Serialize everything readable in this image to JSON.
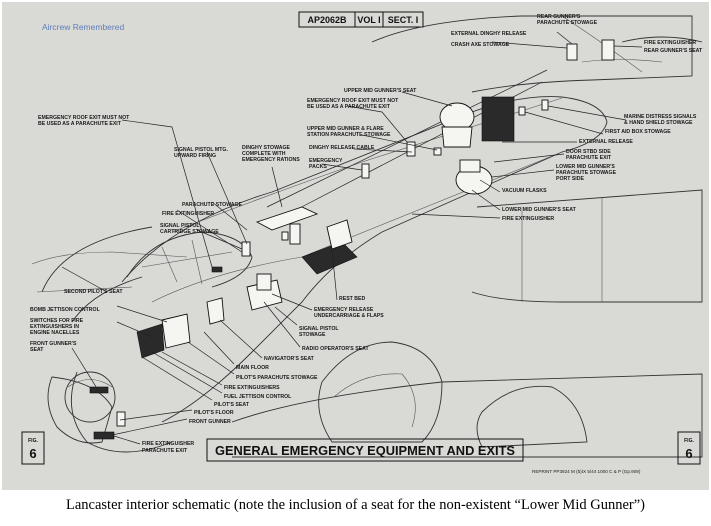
{
  "watermark": "Aircrew Remembered",
  "header": {
    "ref": "AP2062B",
    "vol": "VOL I",
    "sect": "SECT. I"
  },
  "title": "GENERAL EMERGENCY EQUIPMENT AND EXITS",
  "fig": {
    "word": "FIG.",
    "num": "6"
  },
  "footer_small": "REPRINT  PP3924  M     (5)IX  5/44  1000  C & P  (Gp.909)",
  "labels": {
    "rear_gunners_parachute": [
      "REAR GUNNER'S",
      "PARACHUTE STOWAGE"
    ],
    "external_dinghy_release": [
      "EXTERNAL DINGHY RELEASE",
      "CRASH AXE STOWAGE"
    ],
    "fire_extinguisher_rear": [
      "FIRE EXTINGUISHER",
      "REAR GUNNER'S SEAT"
    ],
    "upper_mid_gunners_seat": [
      "UPPER MID GUNNER'S SEAT"
    ],
    "emergency_roof_exit_upper": [
      "EMERGENCY ROOF EXIT MUST NOT",
      "BE USED AS A PARACHUTE EXIT"
    ],
    "upper_mid_flare": [
      "UPPER MID GUNNER & FLARE",
      "STATION PARACHUTE STOWAGE"
    ],
    "marine_distress": [
      "MARINE DISTRESS SIGNALS",
      "& HAND SHIELD STOWAGE"
    ],
    "first_aid_box": [
      "FIRST AID BOX STOWAGE"
    ],
    "external_release": [
      "EXTERNAL RELEASE"
    ],
    "door_side_exit": [
      "DOOR STBD SIDE",
      "PARACHUTE EXIT"
    ],
    "lower_mid_parachute": [
      "LOWER MID GUNNER'S",
      "PARACHUTE STOWAGE",
      "PORT SIDE"
    ],
    "vacuum_flasks": [
      "VACUUM FLASKS"
    ],
    "dinghy_release_cable": [
      "DINGHY RELEASE CABLE"
    ],
    "emergency_packs": [
      "EMERGENCY",
      "PACKS"
    ],
    "emergency_roof_exit_front": [
      "EMERGENCY ROOF EXIT MUST NOT",
      "BE USED AS A PARACHUTE EXIT"
    ],
    "signal_pistol_mtg": [
      "SIGNAL PISTOL MTG.",
      "UPWARD FIRING"
    ],
    "dinghy_stowage": [
      "DINGHY STOWAGE",
      "COMPLETE WITH",
      "EMERGENCY RATIONS"
    ],
    "lower_mid_gunners_seat": [
      "LOWER MID GUNNER'S SEAT"
    ],
    "fire_extinguisher_mid": [
      "FIRE EXTINGUISHER"
    ],
    "parachute_stowage": [
      "PARACHUTE STOWAGE"
    ],
    "fire_extinguisher_front": [
      "FIRE EXTINGUISHER"
    ],
    "signal_pistol_cartridge": [
      "SIGNAL PISTOL",
      "CARTRIDGE STOWAGE"
    ],
    "second_pilots_seat": [
      "SECOND PILOT'S SEAT"
    ],
    "bomb_jettison": [
      "BOMB JETTISON CONTROL"
    ],
    "switches_fire": [
      "SWITCHES FOR FIRE",
      "EXTINGUISHERS IN",
      "ENGINE NACELLES"
    ],
    "front_gunners_seat": [
      "FRONT GUNNER'S",
      "SEAT"
    ],
    "rest_bed": [
      "REST BED"
    ],
    "emergency_release_uc": [
      "EMERGENCY RELEASE",
      "UNDERCARRIAGE & FLAPS"
    ],
    "signal_pistol_right": [
      "SIGNAL PISTOL",
      "STOWAGE"
    ],
    "radio_operators_seat": [
      "RADIO OPERATOR'S SEAT"
    ],
    "navigators_seat": [
      "NAVIGATOR'S SEAT"
    ],
    "main_floor": [
      "MAIN FLOOR"
    ],
    "pilots_parachute": [
      "PILOT'S PARACHUTE STOWAGE"
    ],
    "fire_extinguishers": [
      "FIRE EXTINGUISHERS"
    ],
    "fuel_jettison": [
      "FUEL JETTISON CONTROL"
    ],
    "pilots_seat": [
      "PILOT'S SEAT"
    ],
    "pilots_floor": [
      "PILOT'S FLOOR"
    ],
    "front_gunner": [
      "FRONT GUNNER"
    ],
    "fire_extinguisher_nose": [
      "FIRE EXTINGUISHER",
      "PARACHUTE EXIT"
    ]
  },
  "caption": "Lancaster interior schematic  (note the inclusion of a seat for the non-existent “Lower Mid Gunner”)"
}
